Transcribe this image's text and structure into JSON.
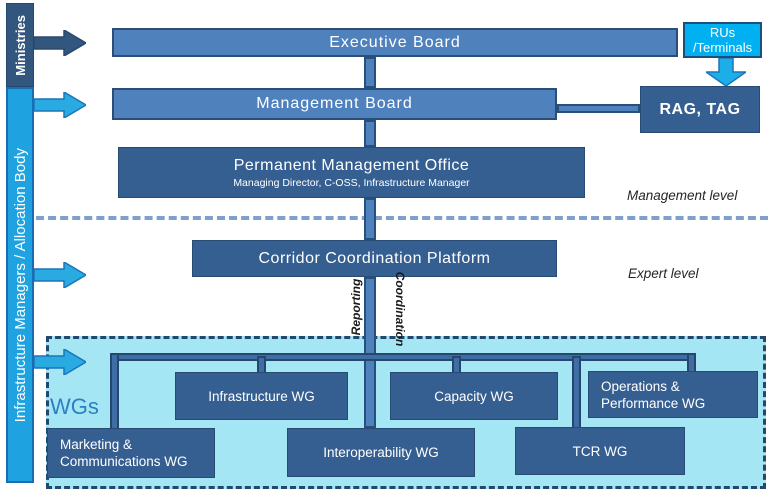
{
  "sidebar": {
    "ministries_label": "Ministries",
    "main_label": "Infrastructure Managers / Allocation Body"
  },
  "boxes": {
    "executive_board": "Executive Board",
    "rus_terminals_line1": "RUs",
    "rus_terminals_line2": "/Terminals",
    "management_board": "Management Board",
    "rag_tag": "RAG, TAG",
    "pmo_title": "Permanent Management Office",
    "pmo_subtitle": "Managing Director, C-OSS, Infrastructure Manager",
    "ccp": "Corridor Coordination Platform"
  },
  "levels": {
    "management": "Management level",
    "expert": "Expert level"
  },
  "connector_labels": {
    "reporting": "Reporting",
    "coordination": "Coordination"
  },
  "working_groups": {
    "panel_label": "WGs",
    "infrastructure": "Infrastructure WG",
    "capacity": "Capacity WG",
    "operations_line1": "Operations &",
    "operations_line2": "Performance WG",
    "marketing_line1": "Marketing &",
    "marketing_line2": "Communications WG",
    "interoperability": "Interoperability WG",
    "tcr": "TCR WG"
  },
  "colors": {
    "medium_blue": "#4f81bd",
    "dark_blue": "#365f91",
    "bright_cyan": "#00b0f0",
    "sidebar_cyan": "#1fa3e0",
    "ministries_navy": "#33567e",
    "panel_cyan": "#a5e6f4",
    "dash_border_navy": "#24476b",
    "level_dash_blue": "#7da0cc",
    "wgs_label_blue": "#2b80c4"
  }
}
